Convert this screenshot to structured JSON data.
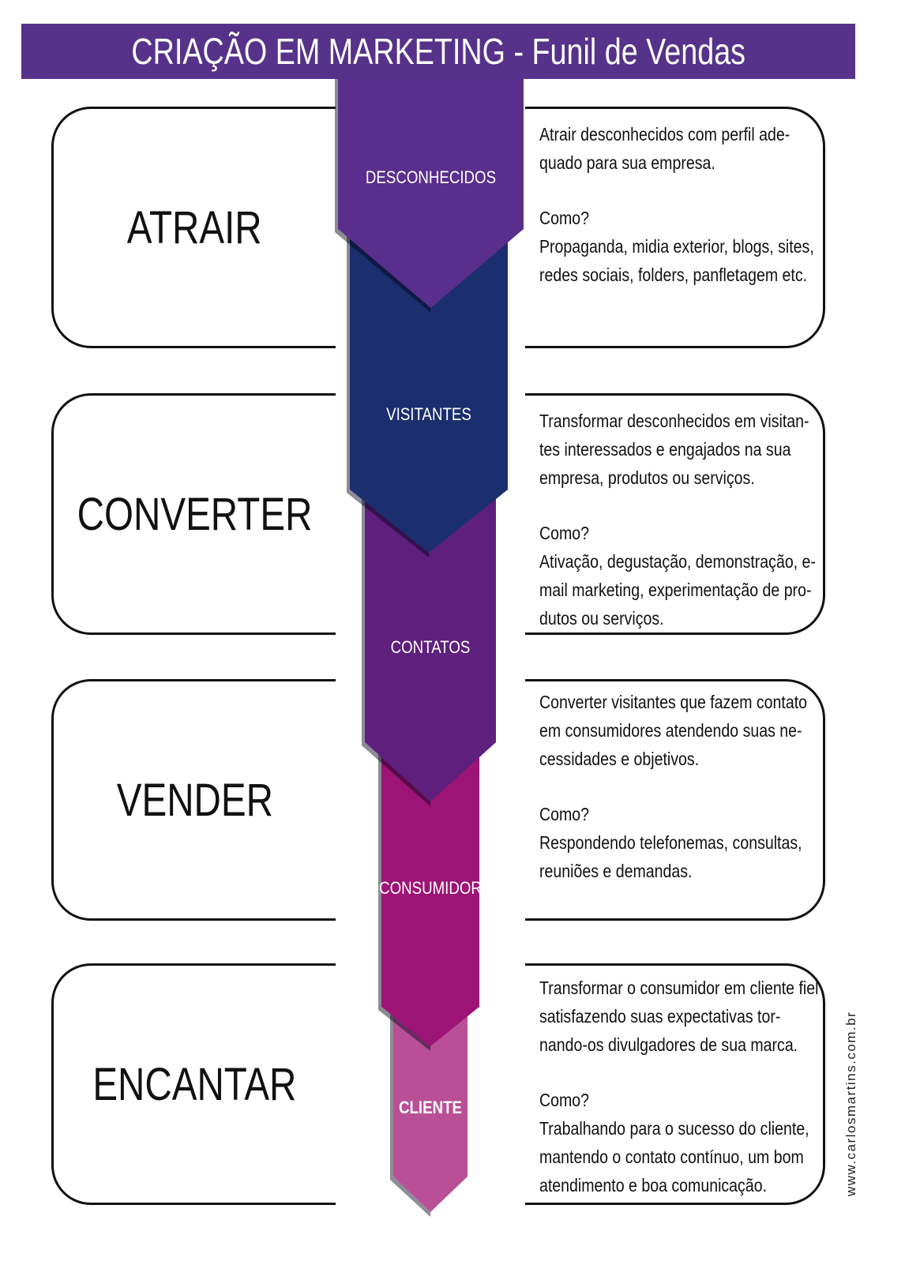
{
  "title": "CRIAÇÃO EM MARKETING - Funil de Vendas",
  "stages": [
    {
      "action": "ATRAIR",
      "funnel_label": "DESCONHECIDOS",
      "color": "#5a2e8c",
      "lines": [
        "Atrair desconhecidos com perfil ade-",
        "quado para sua empresa."
      ],
      "how_label": "Como?",
      "how_lines": [
        "Propaganda, midia exterior, blogs, sites,",
        "redes sociais, folders, panfletagem etc."
      ]
    },
    {
      "action": "CONVERTER",
      "funnel_label": "VISITANTES",
      "color": "#1b2f6e",
      "lines": [
        "Transformar desconhecidos em visitan-",
        "tes interessados e engajados na sua",
        "empresa, produtos ou serviços."
      ],
      "how_label": "Como?",
      "how_lines": [
        "Ativação, degustação, demonstração, e-",
        "mail marketing, experimentação de pro-",
        "dutos ou serviços."
      ]
    },
    {
      "action": "VENDER",
      "funnel_label": "CONTATOS",
      "color": "#5e1f7d",
      "lines": [
        "Converter visitantes que fazem contato",
        "em consumidores atendendo suas ne-",
        "cessidades e objetivos."
      ],
      "how_label": "Como?",
      "how_lines": [
        "Respondendo telefonemas, consultas,",
        "reuniões e demandas."
      ]
    },
    {
      "action": "ENCANTAR",
      "funnel_label": "CONSUMIDOR",
      "color": "#9c1475",
      "lines": [
        "Transformar o consumidor em cliente fiel",
        "satisfazendo suas expectativas tor-",
        "nando-os divulgadores de sua marca."
      ],
      "how_label": "Como?",
      "how_lines": [
        "Trabalhando para o sucesso do cliente,",
        "mantendo o contato contínuo, um bom",
        "atendimento e boa comunicação."
      ]
    }
  ],
  "final_funnel": {
    "label": "CLIENTE",
    "color": "#b94f97"
  },
  "watermark": "www.carlosmartins.com.br"
}
